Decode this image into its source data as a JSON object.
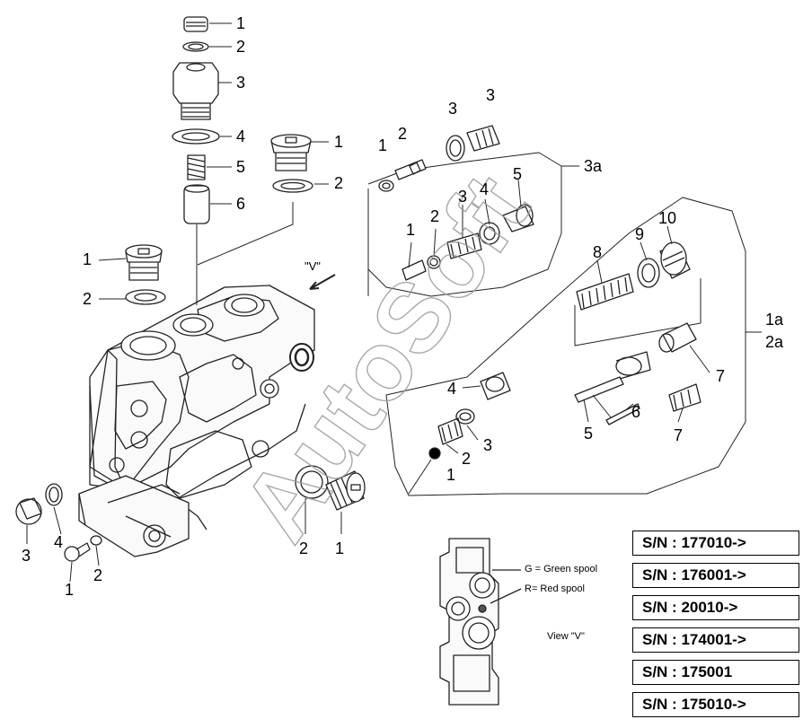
{
  "watermark": "AutoSoft",
  "view_label": "\"V\"",
  "view_caption": "View \"V\"",
  "legend": {
    "green": "G = Green spool",
    "red": "R= Red spool"
  },
  "assembly_labels": {
    "a3": "3a",
    "a1": "1a",
    "a2": "2a"
  },
  "callouts": {
    "top": [
      "1",
      "2",
      "3",
      "4",
      "5",
      "6"
    ],
    "plug_right": [
      "1",
      "2"
    ],
    "plug_left": [
      "1",
      "2"
    ],
    "valve_top": [
      "1",
      "2",
      "3",
      "3"
    ],
    "valve_mid": [
      "1",
      "2",
      "3",
      "4",
      "5"
    ],
    "spool": [
      "8",
      "9",
      "10",
      "7",
      "7",
      "5",
      "6"
    ],
    "front": [
      "4",
      "2",
      "3",
      "1"
    ],
    "bottom_left": [
      "3",
      "4",
      "1",
      "2"
    ],
    "bottom_mid": [
      "2",
      "1"
    ]
  },
  "serial_numbers": [
    "S/N : 177010->",
    "S/N : 176001->",
    "S/N : 20010->",
    "S/N : 174001->",
    "S/N : 175001",
    "S/N : 175010->"
  ],
  "colors": {
    "line": "#222222",
    "watermark": "#9a9a9a"
  }
}
